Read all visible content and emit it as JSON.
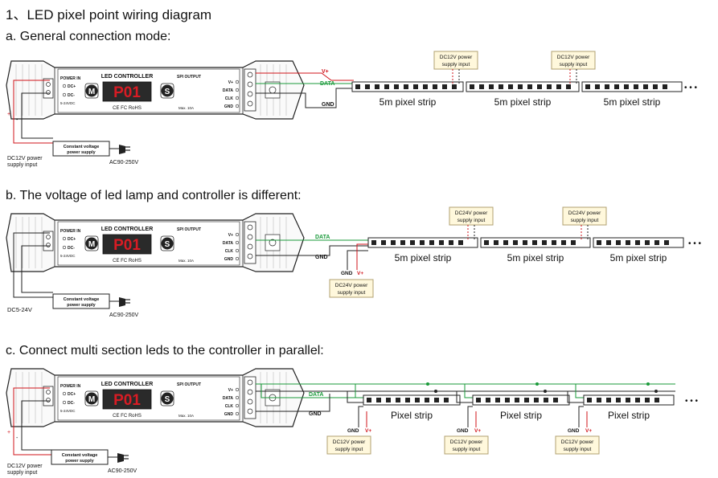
{
  "title": "1、LED pixel point wiring diagram",
  "sections": [
    {
      "heading": "a. General connection mode:",
      "supply_label": "DC12V power supply input",
      "strip_label": "5m pixel strip",
      "psu_box_label": "DC12V power supply input"
    },
    {
      "heading": "b. The voltage of led lamp and controller is different:",
      "supply_label": "DC5-24V",
      "strip_label": "5m pixel strip",
      "psu_box_label": "DC24V power supply input"
    },
    {
      "heading": "c. Connect multi section leds to the controller in parallel:",
      "supply_label": "DC12V power supply input",
      "strip_label": "Pixel strip",
      "psu_box_label": "DC12V power supply input"
    }
  ],
  "controller": {
    "title": "LED CONTROLLER",
    "power_in": "POWER IN",
    "dc_plus": "DC+",
    "dc_minus": "DC-",
    "voltage": "5-24VDC",
    "m_button": "M",
    "s_button": "S",
    "display": "P01",
    "cert": "CE FC RoHS",
    "spi_output": "SPI OUTPUT",
    "vplus": "V+",
    "data": "DATA",
    "clk": "CLK",
    "gnd": "GND",
    "max": "Max. 10A"
  },
  "psu": {
    "label_line1": "Constant voltage",
    "label_line2": "power supply",
    "ac": "AC90-250V"
  },
  "wire_labels": {
    "vplus": "V+",
    "data": "DATA",
    "gnd": "GND",
    "plus": "+",
    "minus": "-"
  },
  "colors": {
    "vplus": "#d0141b",
    "data": "#1a9a3a",
    "gnd": "#222222",
    "box_fill": "#fff8dc",
    "box_stroke": "#b0a070",
    "display": "#d81c24"
  }
}
